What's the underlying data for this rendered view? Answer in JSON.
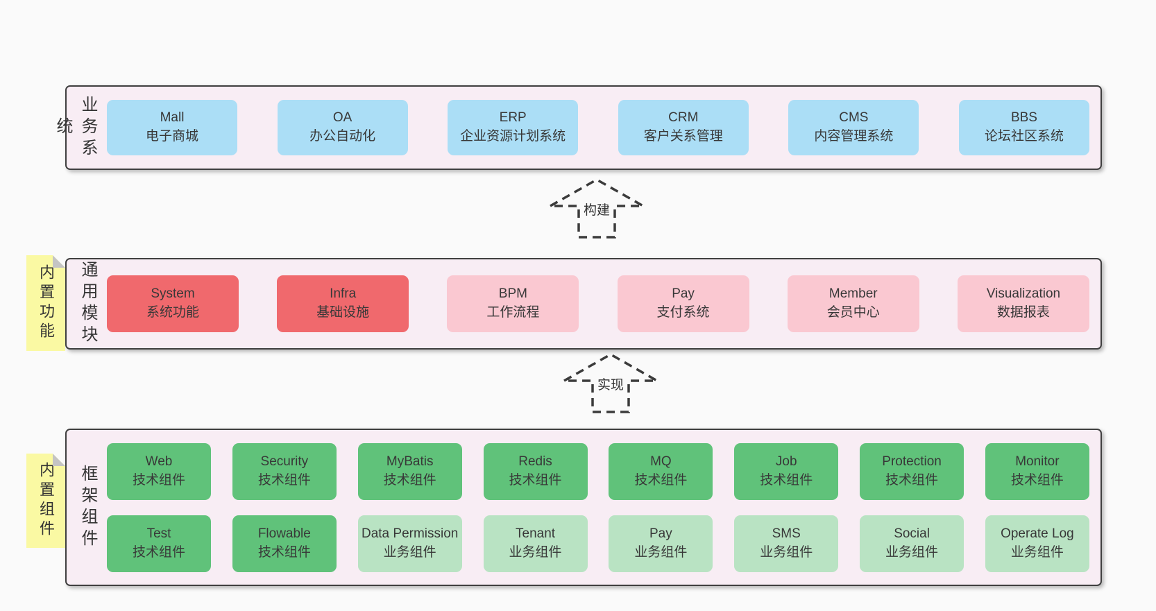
{
  "colors": {
    "blue": "#abdef6",
    "red": "#f0696d",
    "pink": "#fac8d1",
    "green": "#60c27a",
    "green_light": "#b9e3c3",
    "band_bg": "#f8edf4",
    "note_bg": "#faf9a3",
    "note_fold": "#c4c4c4",
    "border": "#3f3f3f",
    "page_bg": "#fafafa",
    "text": "#383838"
  },
  "arrows": [
    {
      "label": "构建"
    },
    {
      "label": "实现"
    }
  ],
  "bands": [
    {
      "label": "业务系统",
      "rows": [
        [
          {
            "en": "Mall",
            "zh": "电子商城",
            "type": "blue"
          },
          {
            "en": "OA",
            "zh": "办公自动化",
            "type": "blue"
          },
          {
            "en": "ERP",
            "zh": "企业资源计划系统",
            "type": "blue"
          },
          {
            "en": "CRM",
            "zh": "客户关系管理",
            "type": "blue"
          },
          {
            "en": "CMS",
            "zh": "内容管理系统",
            "type": "blue"
          },
          {
            "en": "BBS",
            "zh": "论坛社区系统",
            "type": "blue"
          }
        ]
      ]
    },
    {
      "label": "通用模块",
      "note": "内置功能",
      "rows": [
        [
          {
            "en": "System",
            "zh": "系统功能",
            "type": "red"
          },
          {
            "en": "Infra",
            "zh": "基础设施",
            "type": "red"
          },
          {
            "en": "BPM",
            "zh": "工作流程",
            "type": "pink"
          },
          {
            "en": "Pay",
            "zh": "支付系统",
            "type": "pink"
          },
          {
            "en": "Member",
            "zh": "会员中心",
            "type": "pink"
          },
          {
            "en": "Visualization",
            "zh": "数据报表",
            "type": "pink"
          }
        ]
      ]
    },
    {
      "label": "框架组件",
      "note": "内置组件",
      "rows": [
        [
          {
            "en": "Web",
            "zh": "技术组件",
            "type": "green"
          },
          {
            "en": "Security",
            "zh": "技术组件",
            "type": "green"
          },
          {
            "en": "MyBatis",
            "zh": "技术组件",
            "type": "green"
          },
          {
            "en": "Redis",
            "zh": "技术组件",
            "type": "green"
          },
          {
            "en": "MQ",
            "zh": "技术组件",
            "type": "green"
          },
          {
            "en": "Job",
            "zh": "技术组件",
            "type": "green"
          },
          {
            "en": "Protection",
            "zh": "技术组件",
            "type": "green"
          },
          {
            "en": "Monitor",
            "zh": "技术组件",
            "type": "green"
          }
        ],
        [
          {
            "en": "Test",
            "zh": "技术组件",
            "type": "green"
          },
          {
            "en": "Flowable",
            "zh": "技术组件",
            "type": "green"
          },
          {
            "en": "Data Permission",
            "zh": "业务组件",
            "type": "green_light"
          },
          {
            "en": "Tenant",
            "zh": "业务组件",
            "type": "green_light"
          },
          {
            "en": "Pay",
            "zh": "业务组件",
            "type": "green_light"
          },
          {
            "en": "SMS",
            "zh": "业务组件",
            "type": "green_light"
          },
          {
            "en": "Social",
            "zh": "业务组件",
            "type": "green_light"
          },
          {
            "en": "Operate Log",
            "zh": "业务组件",
            "type": "green_light"
          }
        ]
      ]
    }
  ]
}
